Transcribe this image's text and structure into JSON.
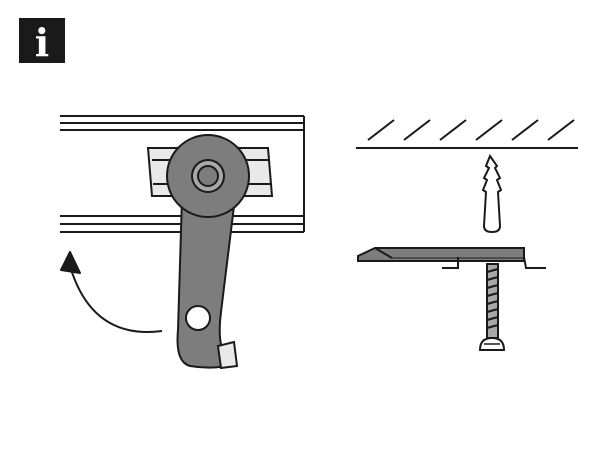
{
  "info_badge": {
    "glyph": "i",
    "icon": "info-icon",
    "background_color": "#1a1a1a",
    "glyph_color": "#ffffff"
  },
  "colors": {
    "line": "#1a1a1a",
    "metal": "#7d7d7d",
    "metal_light": "#a8a8a8",
    "bracket_light": "#e9e9e9",
    "background": "#ffffff"
  },
  "left_panel": {
    "rail_icon": "curtain-rail",
    "glider_icon": "rail-glider-wheel",
    "hook_icon": "swivel-hook-arm",
    "arrow_icon": "rotation-arrow"
  },
  "right_panel": {
    "ceiling_icon": "ceiling-hatching",
    "plug_icon": "wall-plug-dowel",
    "bracket_icon": "mounting-bracket",
    "screw_icon": "mounting-screw"
  }
}
